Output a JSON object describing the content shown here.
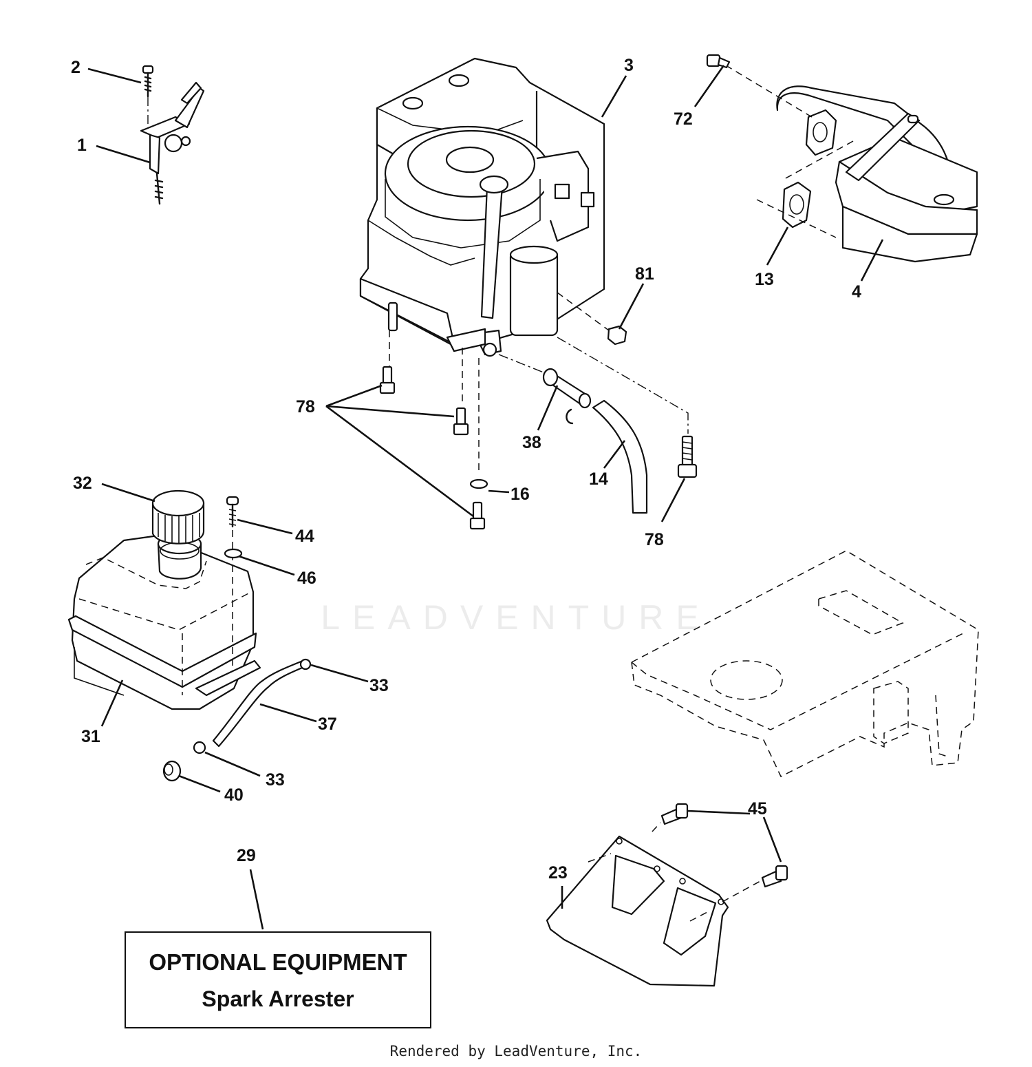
{
  "callouts": [
    {
      "id": "c1",
      "text": "1"
    },
    {
      "id": "c2",
      "text": "2"
    },
    {
      "id": "c3",
      "text": "3"
    },
    {
      "id": "c4",
      "text": "4"
    },
    {
      "id": "c13",
      "text": "13"
    },
    {
      "id": "c14",
      "text": "14"
    },
    {
      "id": "c16",
      "text": "16"
    },
    {
      "id": "c23",
      "text": "23"
    },
    {
      "id": "c29",
      "text": "29"
    },
    {
      "id": "c31",
      "text": "31"
    },
    {
      "id": "c32",
      "text": "32"
    },
    {
      "id": "c33a",
      "text": "33"
    },
    {
      "id": "c33b",
      "text": "33"
    },
    {
      "id": "c37",
      "text": "37"
    },
    {
      "id": "c38",
      "text": "38"
    },
    {
      "id": "c40",
      "text": "40"
    },
    {
      "id": "c44",
      "text": "44"
    },
    {
      "id": "c45",
      "text": "45"
    },
    {
      "id": "c46",
      "text": "46"
    },
    {
      "id": "c72",
      "text": "72"
    },
    {
      "id": "c78a",
      "text": "78"
    },
    {
      "id": "c78b",
      "text": "78"
    },
    {
      "id": "c81",
      "text": "81"
    }
  ],
  "optional_box": {
    "title": "OPTIONAL EQUIPMENT",
    "subtitle": "Spark Arrester"
  },
  "watermark": "LEADVENTURE",
  "footer": "Rendered by LeadVenture, Inc."
}
